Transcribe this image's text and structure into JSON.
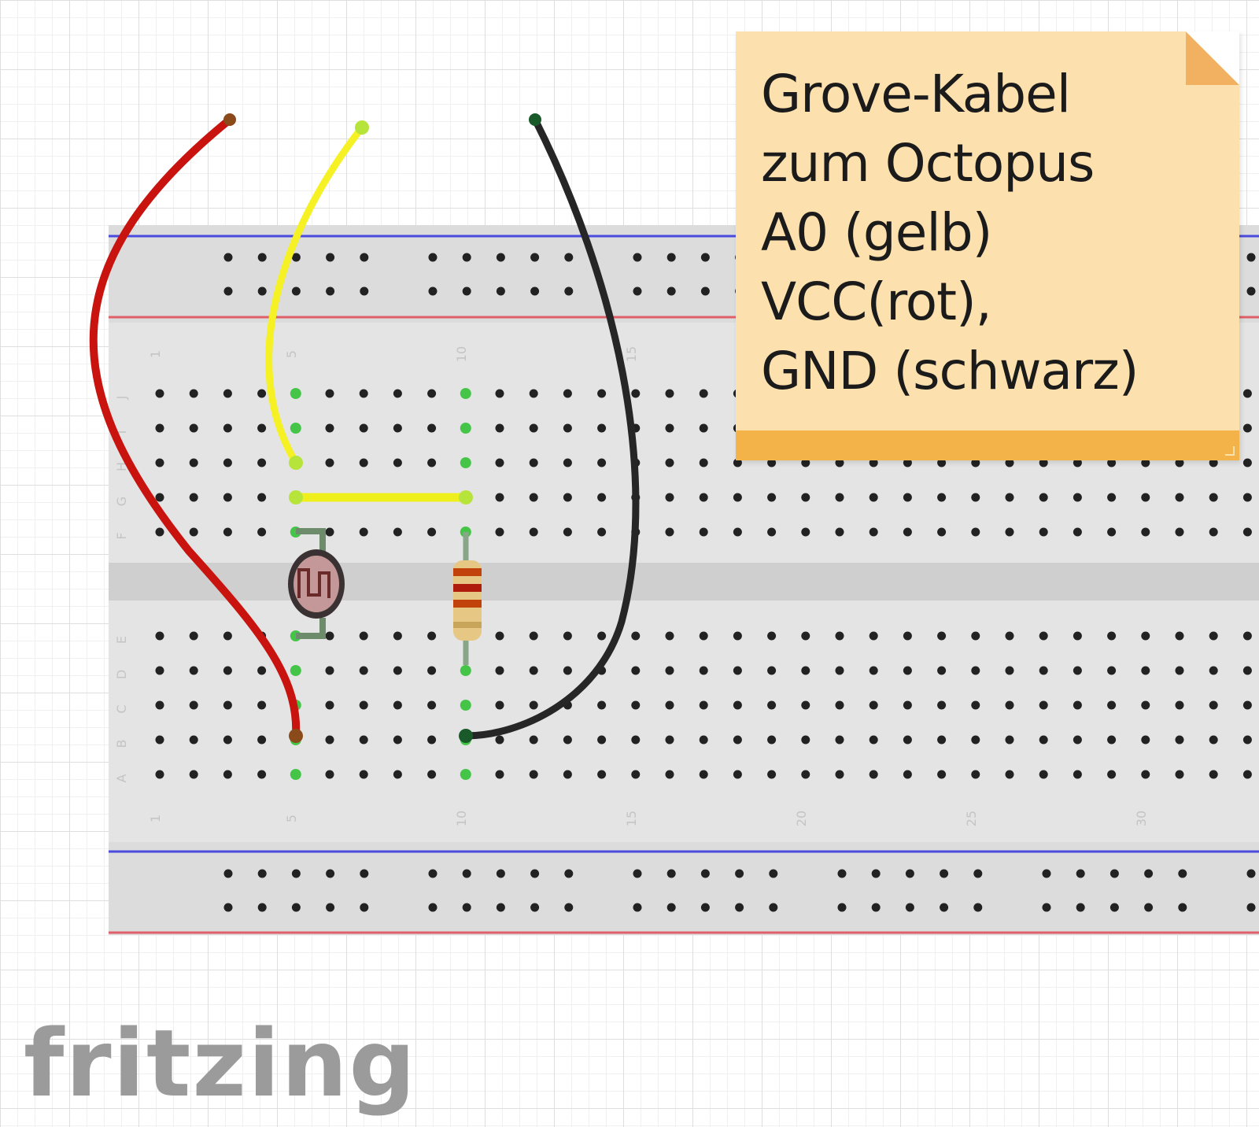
{
  "note": {
    "lines": [
      "Grove-Kabel",
      "zum Octopus",
      "A0 (gelb)",
      "VCC(rot),",
      "GND (schwarz)"
    ]
  },
  "logo": {
    "text": "fritzing"
  },
  "breadboard": {
    "row_letters_top": [
      "J",
      "I",
      "H",
      "G",
      "F"
    ],
    "row_letters_bottom": [
      "E",
      "D",
      "C",
      "B",
      "A"
    ],
    "column_numbers": [
      "1",
      "5",
      "10",
      "15",
      "20",
      "25",
      "30"
    ]
  },
  "colors": {
    "wire_vcc": "#c8130f",
    "wire_signal": "#f5f125",
    "wire_gnd": "#262626",
    "jumper": "#f0ef1e",
    "connected_hole": "#45c548",
    "rail_blue": "#4a4ade",
    "rail_red": "#e0606a",
    "note_bg": "#fce0ad",
    "note_bar": "#f4b349"
  },
  "components": [
    "photoresistor",
    "resistor"
  ]
}
